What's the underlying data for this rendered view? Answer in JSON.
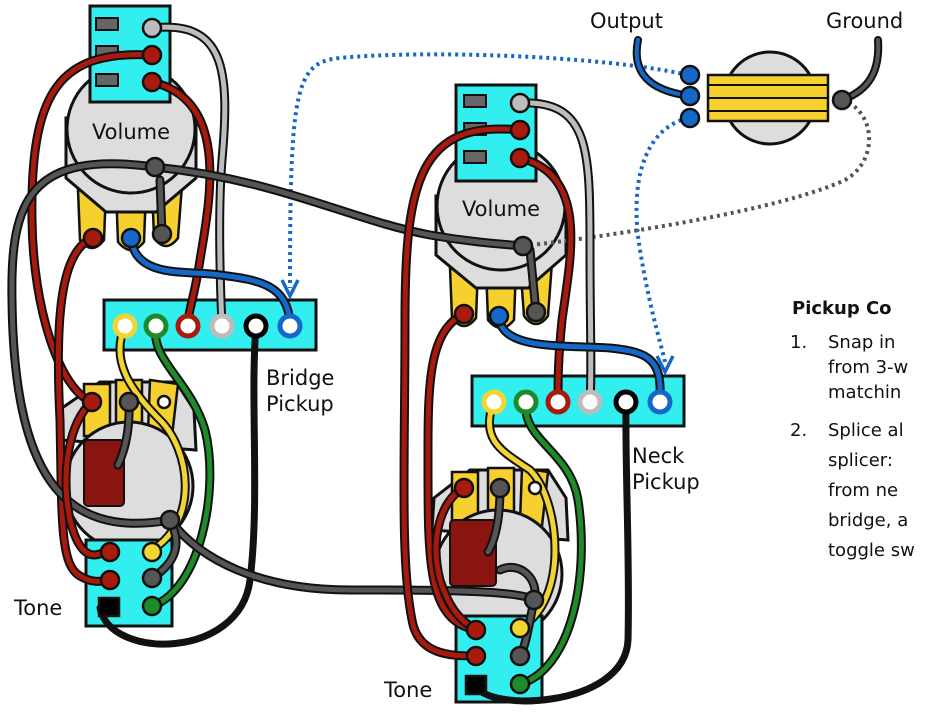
{
  "labels": {
    "output": "Output",
    "ground": "Ground",
    "volume_bridge": "Volume",
    "volume_neck": "Volume",
    "tone_bridge": "Tone",
    "tone_neck": "Tone",
    "bridge_pickup": [
      "Bridge",
      "Pickup"
    ],
    "neck_pickup": [
      "Neck",
      "Pickup"
    ]
  },
  "instructions": {
    "title": "Pickup Co",
    "steps": [
      {
        "num": "1.",
        "lines": [
          "Snap in",
          "from 3-w",
          "matchin"
        ]
      },
      {
        "num": "2.",
        "lines": [
          "Splice al",
          "splicer:",
          "from ne",
          "bridge, a",
          "toggle sw"
        ]
      }
    ]
  },
  "colors": {
    "cyan": "#33EEEE",
    "pot": "#DDDDDD",
    "lug": "#F5D02E",
    "red": "#A81A0D",
    "gray": "#555555",
    "lightgray": "#BDBDBD",
    "blue": "#1668C8",
    "yellow": "#F2D433",
    "green": "#1E8A2A",
    "black": "#000000",
    "cap": "#8A1410"
  }
}
